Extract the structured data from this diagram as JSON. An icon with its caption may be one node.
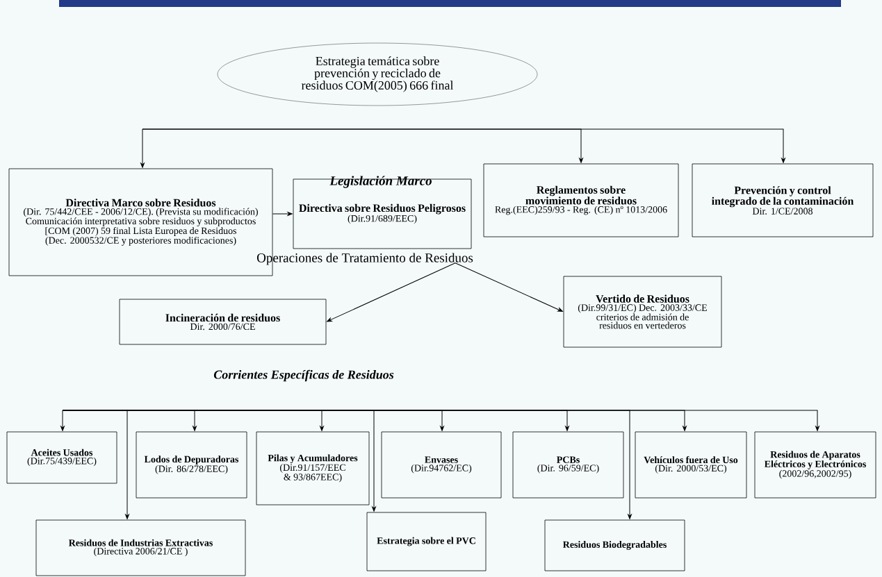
{
  "diagram": {
    "nodes": [
      {
        "text": [
          "Estrategia temática sobre prevención y reciclado de residuos COM(2005) 666 final"
        ]
      },
      {
        "text": [
          "Directiva Marco sobre Residuos",
          "(Dir. 75/442/CEE - 2006/12/CE). (Prevista su modificación) Comunicación interpretativa sobre residuos y subproductos [COM (2007) 59 final Lista Europea de Residuos (Dec. 2000532/CE y posteriores modificaciones)"
        ]
      },
      {
        "text": [
          "Directiva sobre Residuos Peligrosos",
          "(Dir.91/689/EEC)"
        ]
      },
      {
        "text": [
          "Reglamentos sobre movimiento de residuos",
          "Reg.(EEC)259/93 - Reg. (CE) nº 1013/2006"
        ]
      },
      {
        "text": [
          "Prevención y control integrado de la contaminación",
          "Dir. 1/CE/2008"
        ]
      },
      {
        "text": [
          "Operaciones de Tratamiento de Residuos"
        ]
      },
      {
        "text": [
          "Incineración de residuos",
          "Dir. 2000/76/CE"
        ]
      },
      {
        "text": [
          "Vertido de Residuos",
          "(Dir.99/31/EC) Dec. 2003/33/CE criterios de admisión de residuos en vertederos"
        ]
      },
      {
        "text": [
          "Aceites Usados",
          "(Dir.75/439/EEC)"
        ]
      },
      {
        "text": [
          "Residuos de Industrias Extractivas",
          "(Directiva 2006/21/CE )"
        ]
      },
      {
        "text": [
          "Lodos de Depuradoras",
          "(Dir. 86/278/EEC)"
        ]
      },
      {
        "text": [
          "Pilas y Acumuladores",
          "(Dir.91/157/EEC & 93/867EEC)"
        ]
      },
      {
        "text": [
          "Estrategia sobre el PVC"
        ]
      },
      {
        "text": [
          "Envases",
          "(Dir.94762/EC)"
        ]
      },
      {
        "text": [
          "PCBs",
          "(Dir. 96/59/EC)"
        ]
      },
      {
        "text": [
          "Residuos Biodegradables"
        ]
      },
      {
        "text": [
          "Vehículos fuera de Uso",
          "(Dir. 2000/53/EC)"
        ]
      },
      {
        "text": [
          "Residuos de Aparatos Eléctricos y Electrónicos",
          "(2002/96,2002/95)"
        ]
      }
    ],
    "edges": [
      {
        "from": null,
        "to": 1,
        "arrow": "to"
      },
      {
        "from": null,
        "to": 3,
        "arrow": "to"
      },
      {
        "from": null,
        "to": 4,
        "arrow": "to"
      },
      {
        "from": 1,
        "to": 2,
        "arrow": "to"
      },
      {
        "from": 5,
        "to": 6,
        "arrow": "to"
      },
      {
        "from": 5,
        "to": 7,
        "arrow": "to"
      },
      {
        "from": null,
        "to": 8,
        "arrow": "to"
      },
      {
        "from": null,
        "to": 9,
        "arrow": "to"
      },
      {
        "from": null,
        "to": 10,
        "arrow": "to"
      },
      {
        "from": null,
        "to": 11,
        "arrow": "to"
      },
      {
        "from": null,
        "to": 12,
        "arrow": "to"
      },
      {
        "from": null,
        "to": 13,
        "arrow": "to"
      },
      {
        "from": null,
        "to": 14,
        "arrow": "to"
      },
      {
        "from": null,
        "to": 15,
        "arrow": "to"
      },
      {
        "from": null,
        "to": 16,
        "arrow": "to"
      },
      {
        "from": null,
        "to": 17,
        "arrow": "to"
      }
    ],
    "labels": [
      "Legislación Marco",
      "Corrientes Específicas de Residuos"
    ]
  }
}
